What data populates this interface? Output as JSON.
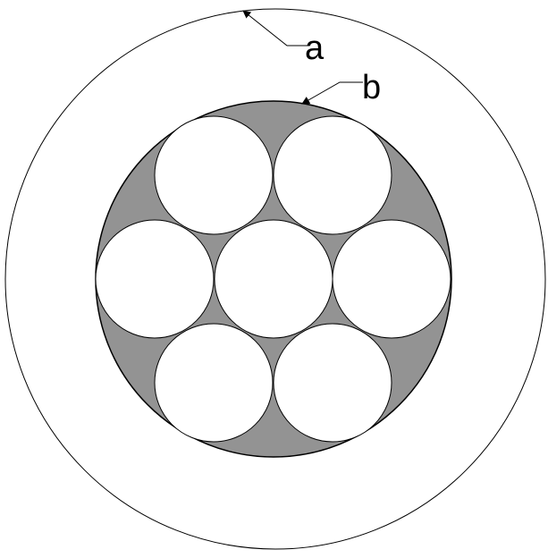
{
  "labels": {
    "a": "a",
    "b": "b"
  },
  "colors": {
    "background": "#ffffff",
    "outline": "#000000",
    "filler": "#939393",
    "wire": "#ffffff"
  },
  "parts": {
    "outer_sheath": "outer-circle",
    "filler_layer": "gray-core",
    "wire_count": 7
  }
}
